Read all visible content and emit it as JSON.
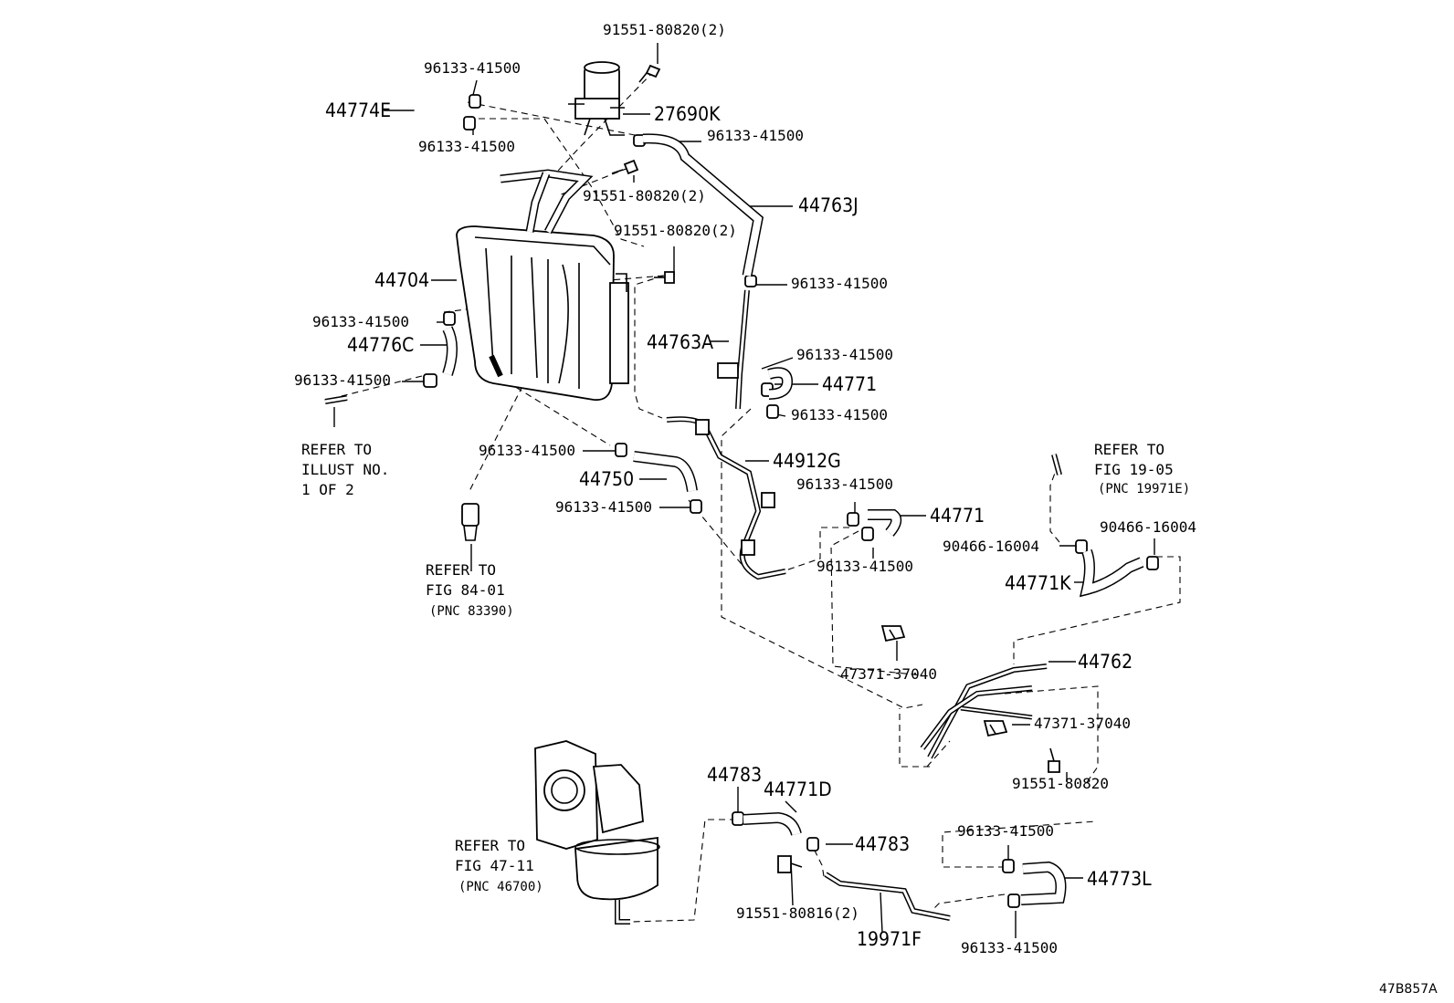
{
  "figure_code": "47B857A",
  "labels": {
    "p91551_top": "91551-80820(2)",
    "p96133_a": "96133-41500",
    "p44774E": "44774E",
    "p27690K": "27690K",
    "p96133_b": "96133-41500",
    "p96133_c": "96133-41500",
    "p91551_mid": "91551-80820(2)",
    "p44763J": "44763J",
    "p91551_low": "91551-80820(2)",
    "p44704": "44704",
    "p96133_d": "96133-41500",
    "p96133_e": "96133-41500",
    "p44776C": "44776C",
    "p96133_f": "96133-41500",
    "p44763A": "44763A",
    "p96133_g": "96133-41500",
    "p44771_a": "44771",
    "p96133_h": "96133-41500",
    "p96133_i": "96133-41500",
    "p44912G": "44912G",
    "p44750": "44750",
    "p96133_j": "96133-41500",
    "p96133_k": "96133-41500",
    "p44771_b": "44771",
    "p96133_l": "96133-41500",
    "p90466_a": "90466-16004",
    "p90466_b": "90466-16004",
    "p44771K": "44771K",
    "p44762": "44762",
    "p47371_a": "47371-37040",
    "p47371_b": "47371-37040",
    "p91551_80820": "91551-80820",
    "p44783_a": "44783",
    "p44771D": "44771D",
    "p44783_b": "44783",
    "p96133_m": "96133-41500",
    "p44773L": "44773L",
    "p91551_80816": "91551-80816(2)",
    "p19971F": "19971F",
    "p96133_n": "96133-41500"
  },
  "refs": {
    "illust": [
      "REFER TO",
      "ILLUST NO.",
      "1 OF 2"
    ],
    "fig8401": [
      "REFER TO",
      "FIG 84-01",
      "(PNC 83390)"
    ],
    "fig1905": [
      "REFER TO",
      "FIG 19-05",
      "(PNC 19971E)"
    ],
    "fig4711": [
      "REFER TO",
      "FIG 47-11",
      "(PNC 46700)"
    ]
  }
}
